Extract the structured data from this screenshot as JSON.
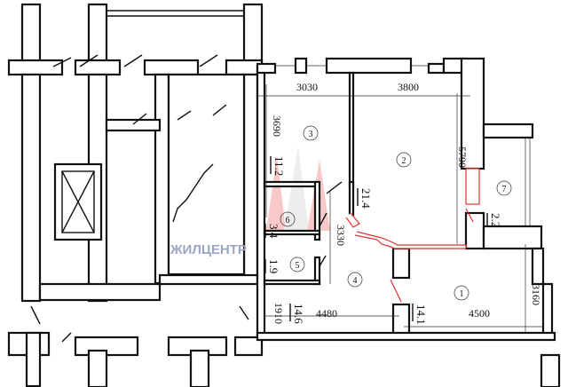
{
  "watermark": "ЖИЛЦЕНТР",
  "rooms": [
    {
      "number": "1",
      "area": "14.1"
    },
    {
      "number": "2",
      "area": "21.4"
    },
    {
      "number": "3",
      "area": "11.2"
    },
    {
      "number": "4",
      "area": "14.6"
    },
    {
      "number": "5",
      "area": "1.9"
    },
    {
      "number": "6",
      "area": "3.4"
    },
    {
      "number": "7",
      "area": "2.2"
    }
  ],
  "dimensions": {
    "room3_width": "3030",
    "room2_width": "3800",
    "room3_depth": "3690",
    "room2_depth": "5790",
    "hall_depth": "3330",
    "hall_width": "4480",
    "hall_small": "1910",
    "room1_width": "4500",
    "room1_depth": "3160"
  },
  "colors": {
    "walls": "#111111",
    "redevelopment": "#dd3333",
    "watermark": "#9aa6c4"
  }
}
